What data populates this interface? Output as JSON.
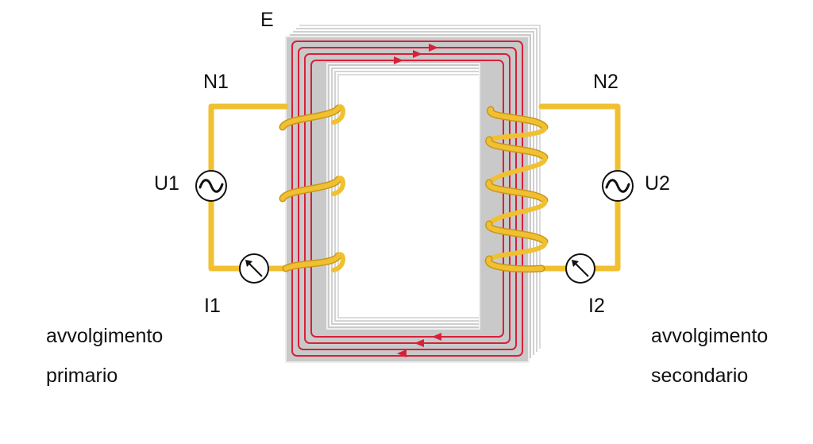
{
  "labels": {
    "core": "E",
    "primary_turns": "N1",
    "secondary_turns": "N2",
    "primary_voltage": "U1",
    "secondary_voltage": "U2",
    "primary_current": "I1",
    "secondary_current": "I2"
  },
  "captions": {
    "primary_line1": "avvolgimento",
    "primary_line2": "primario",
    "secondary_line1": "avvolgimento",
    "secondary_line2": "secondario"
  },
  "colors": {
    "core_fill": "#c9c9c9",
    "core_edge": "#f2f2f2",
    "flux_line": "#d8203a",
    "winding": "#f0c030",
    "winding_shadow": "#c8961a"
  },
  "icons": {
    "source": "alternating-current-source-icon",
    "meter": "ammeter-icon"
  }
}
